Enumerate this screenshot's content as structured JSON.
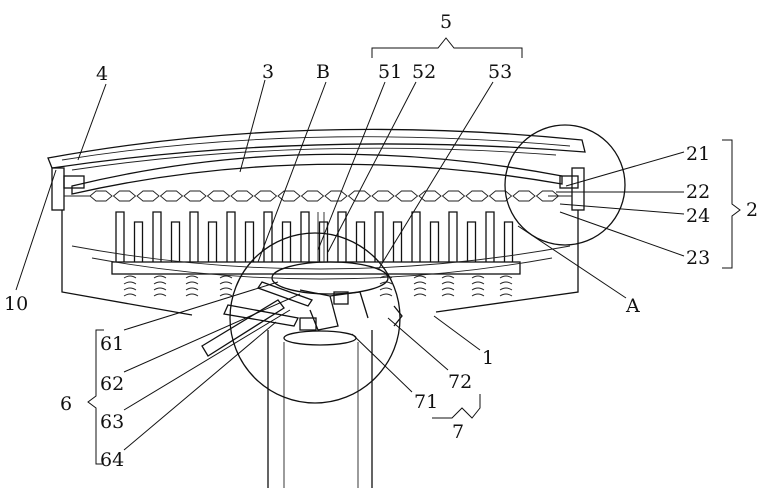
{
  "labels": {
    "l1": "1",
    "l2": "2",
    "l3": "3",
    "l4": "4",
    "l5": "5",
    "l6": "6",
    "l7": "7",
    "l10": "10",
    "l21": "21",
    "l22": "22",
    "l23": "23",
    "l24": "24",
    "l51": "51",
    "l52": "52",
    "l53": "53",
    "l61": "61",
    "l62": "62",
    "l63": "63",
    "l64": "64",
    "l71": "71",
    "l72": "72",
    "lA": "A",
    "lB": "B"
  }
}
